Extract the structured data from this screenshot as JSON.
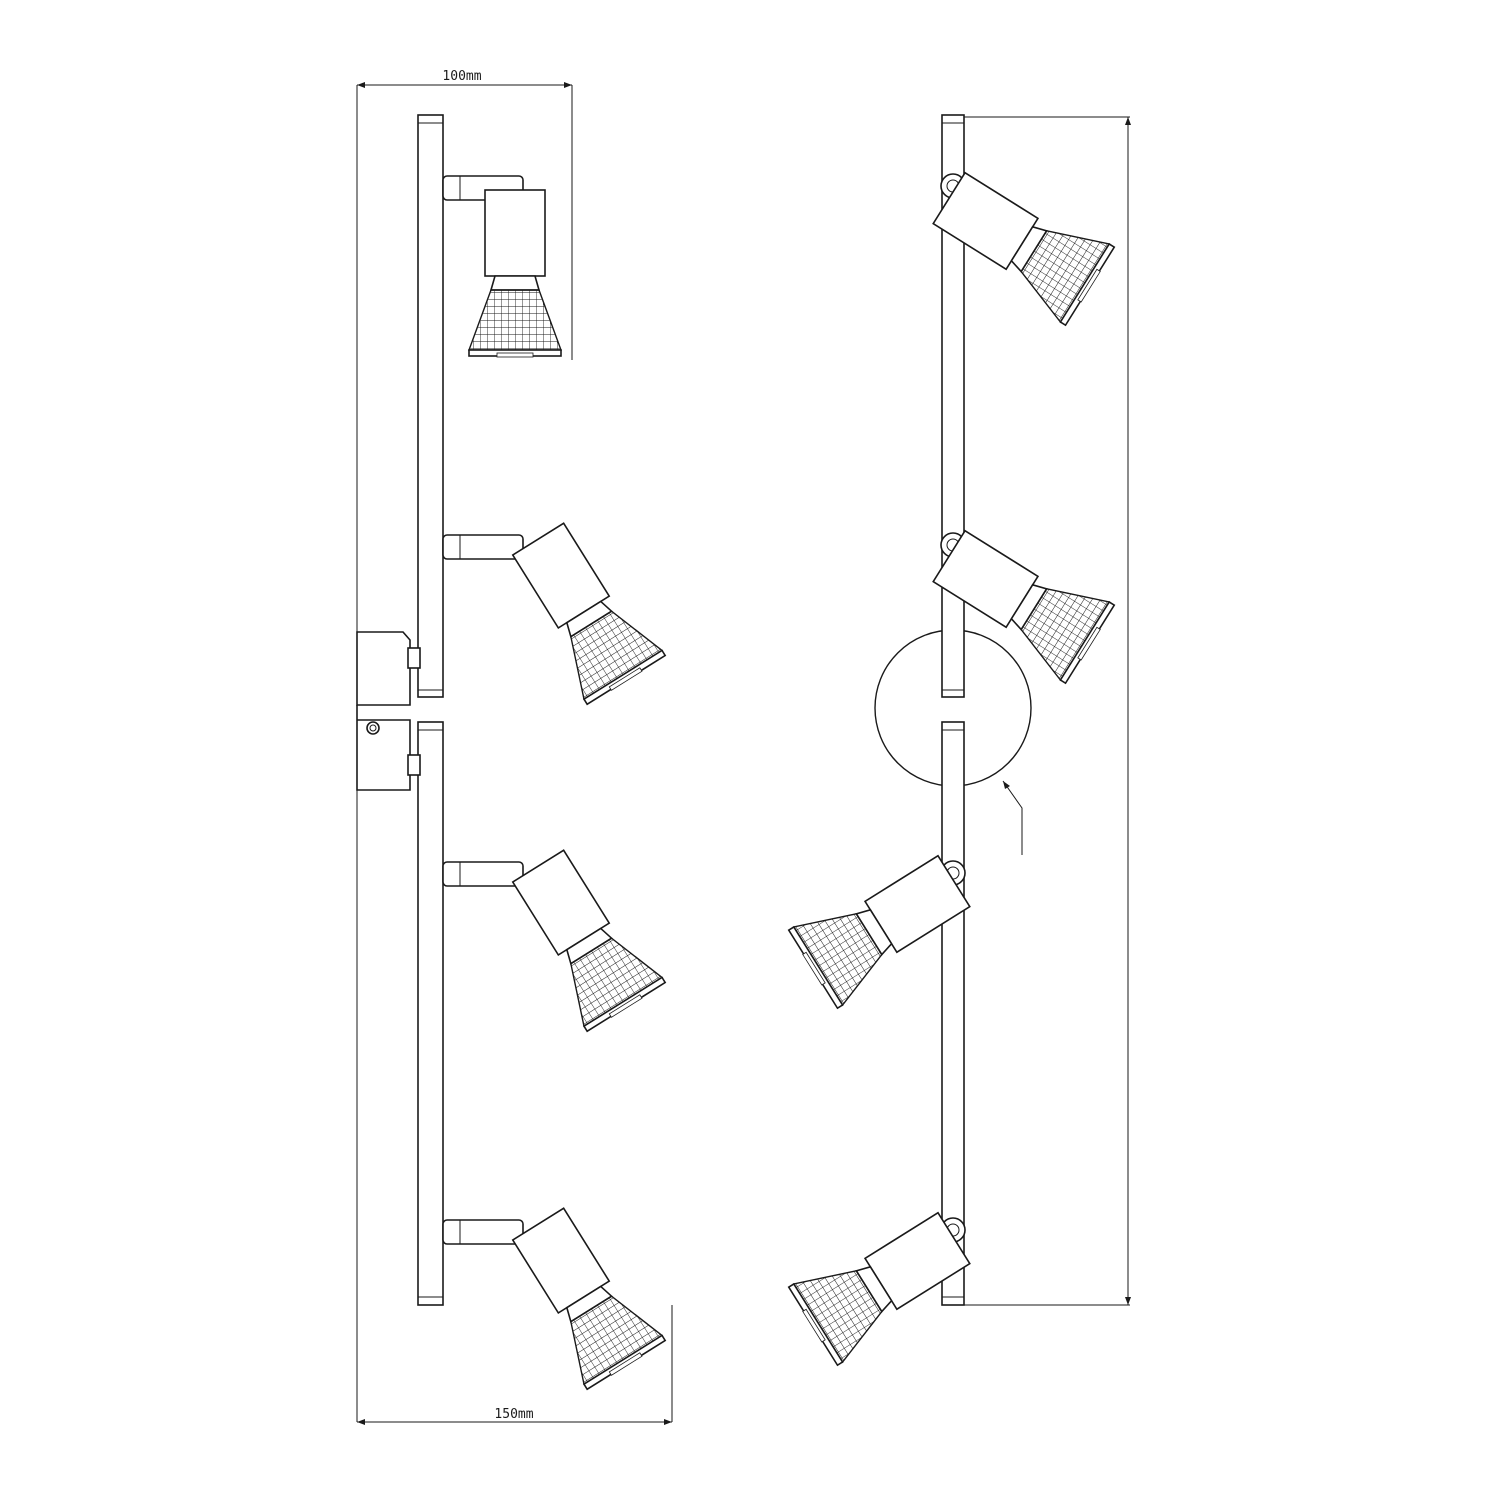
{
  "drawing": {
    "colors": {
      "line": "#1a1a1a",
      "background": "#ffffff"
    },
    "dimensions": {
      "top_width": "100mm",
      "bottom_width": "150mm",
      "overall_length": "",
      "plate_diameter": ""
    },
    "front_view": {
      "spotlight_count": 4
    },
    "side_view": {
      "spotlight_count": 4
    }
  }
}
